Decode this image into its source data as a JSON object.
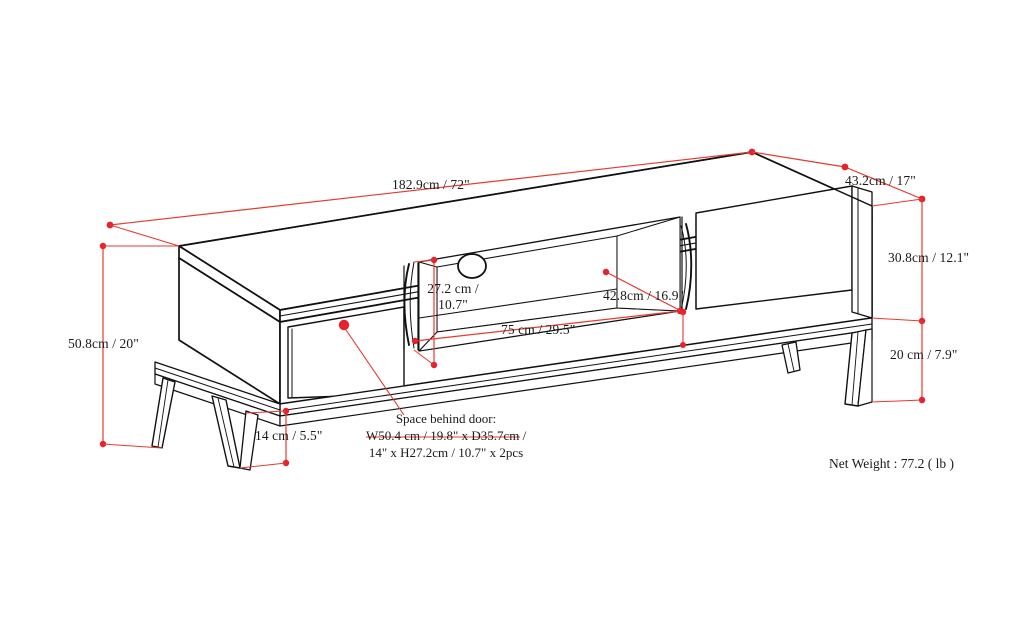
{
  "drawing": {
    "title": "TV stand dimension drawing",
    "product": "media console / tv stand",
    "view": "isometric line drawing"
  },
  "colors": {
    "dimension_line": "#e8392f",
    "dimension_dot": "#e8202a",
    "outline": "#111111",
    "background": "#ffffff",
    "text": "#1a1a1a"
  },
  "dimensions": {
    "width_overall": "182.9cm / 72\"",
    "depth_overall": "43.2cm / 17\"",
    "height_overall": "50.8cm / 20\"",
    "cabinet_height": "30.8cm / 12.1\"",
    "leg_height_right": "20 cm / 7.9\"",
    "leg_height_left": "14 cm / 5.5\"",
    "open_shelf_height_line1": "27.2 cm /",
    "open_shelf_height_line2": "10.7\"",
    "open_shelf_width": "75 cm / 29.5\"",
    "open_shelf_depth": "42.8cm / 16.9\""
  },
  "callout": {
    "line1": "Space behind door:",
    "line2": "W50.4 cm / 19.8\" x D35.7cm /",
    "line3": "14\" x H27.2cm / 10.7\" x 2pcs"
  },
  "footer": {
    "net_weight": "Net Weight : 77.2 ( lb )"
  },
  "features": {
    "cable_hole": "cable-management-hole",
    "left_door": "left-cabinet-door",
    "right_door": "right-cabinet-door",
    "open_shelf": "center-open-shelf",
    "legs": "angled-tapered-legs"
  }
}
